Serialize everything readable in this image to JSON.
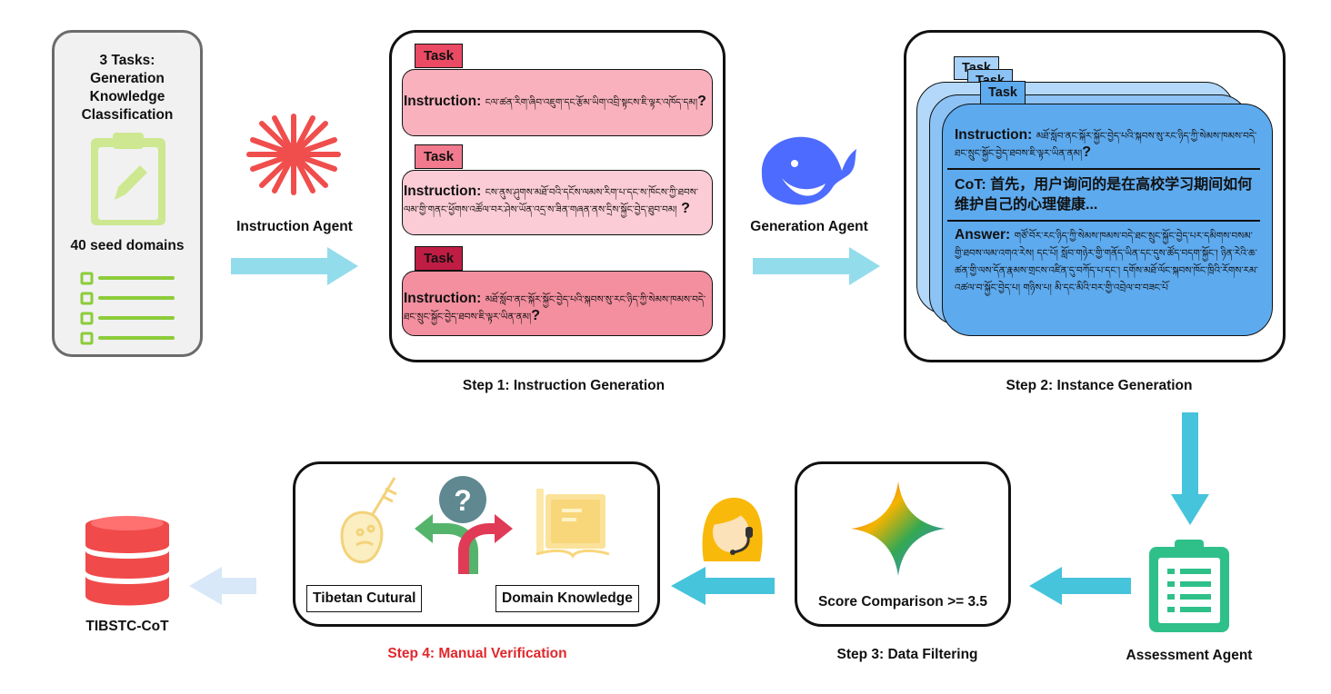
{
  "seed": {
    "title_lines": [
      "3 Tasks:",
      "Generation",
      "Knowledge",
      "Classification"
    ],
    "domains": "40 seed domains"
  },
  "agents": {
    "instruction": "Instruction Agent",
    "generation": "Generation Agent",
    "assessment": "Assessment Agent"
  },
  "step1": {
    "caption": "Step 1: Instruction Generation",
    "tasks": [
      {
        "tab": "Task",
        "label": "Instruction:",
        "text": "ངལ་ཚན་རིག་ཞིབ་འཇུག་དང་རྩོམ་ཡིག་འབྲི་སྟངས་ཇི་ལྟར་འཁོད་དམ།",
        "q": "?",
        "fill": "#f9b2bd",
        "tab_fill": "#ea4a63"
      },
      {
        "tab": "Task",
        "label": "Instruction:",
        "text": "ངས་ནུས་ཤུགས་མཐོ་བའི་དངོས་ལམས་རིག་པ་དང་ས་ཁོངས་ཀྱི་ཐབས་ལམ་གྱི་གནང་ཕྱོགས་འཚོལ་བར་ཤེས་ཡོན་འདྲ་ས་ཟིན་གཞན་ནས་དྲིས་སྐྱོང་བྱེད་ཐུབ་བམ།",
        "q": "?",
        "fill": "#fbccd5",
        "tab_fill": "#f27a8e"
      },
      {
        "tab": "Task",
        "label": "Instruction:",
        "text": "མཐོ་སློབ་ནང་སྐོར་སྐྱོང་བྱེད་པའི་སྐབས་སུ་རང་ཉིད་ཀྱི་སེམས་ཁམས་བདེ་ཐང་སྲུང་སྐྱོང་བྱེད་ཐབས་ཇི་ལྟར་ཡིན་ནམ།",
        "q": "?",
        "fill": "#f38f9f",
        "tab_fill": "#c01d44"
      }
    ]
  },
  "step2": {
    "caption": "Step 2: Instance Generation",
    "tab": "Task",
    "instruction_label": "Instruction:",
    "instruction_text": "མཐོ་སློབ་ནང་སྐོར་སྐྱོང་བྱེད་པའི་སྐབས་སུ་རང་ཉིད་ཀྱི་སེམས་ཁམས་བདེ་ཐང་སྲུང་སྐྱོང་བྱེད་ཐབས་ཇི་ལྟར་ཡིན་ནམ།",
    "q": "?",
    "cot_label": "CoT:",
    "cot_text": "首先，用户询问的是在高校学习期间如何维护自己的心理健康...",
    "answer_label": "Answer:",
    "answer_text": "གཙོ་བོར་རང་ཉིད་ཀྱི་སེམས་ཁམས་བདེ་ཐང་སྲུང་སྐྱོང་བྱེད་པར་དམིགས་བསམ་གྱི་ཐབས་ལམ་འགའ་རེས། དང་པོ། སློབ་གཉེར་གྱི་གནོད་ཡིན་དང་དུས་ཚོད་བདག་སྐྱོང་། ཉིན་རེའི་ཆ་ཚན་གྱི་ལས་དོན་རྣམས་གྲངས་འཛིན་དུ་བཀོད་པ་དང་། དགོས་མཐོ་ལོང་སྐབས་ཁོང་ཁྲིའི་རོགས་རམ་འཚལ་བ་སྐྱོང་བྱེད་པ། གཉིས་པ། མི་དང་མིའི་བར་གྱི་འབྲེལ་བ་བཟང་པོ"
  },
  "step3": {
    "caption": "Step 3: Data Filtering",
    "score": "Score Comparison >= 3.5"
  },
  "step4": {
    "caption": "Step 4: Manual Verification",
    "option_left": "Tibetan Cutural",
    "option_right": "Domain Knowledge"
  },
  "output": {
    "label": "TIBSTC-CoT"
  },
  "colors": {
    "arrow_light": "#93dcec",
    "arrow_mid": "#46c4dc",
    "arrow_faded": "#d9e8f8",
    "step4_caption": "#e0282c",
    "database": "#f04a4a",
    "card_fill": "#5eaaee",
    "card_back": "#a8d2f8"
  },
  "icons": [
    "clipboard-icon",
    "list-icon",
    "starburst-icon",
    "whale-icon",
    "gemini-star-icon",
    "assessment-clipboard-icon",
    "support-agent-icon",
    "lute-icon",
    "decision-arrows-icon",
    "book-icon",
    "database-icon"
  ]
}
